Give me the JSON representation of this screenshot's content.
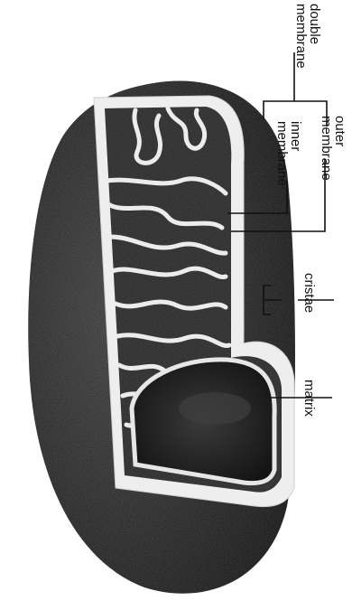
{
  "figure": {
    "labels": {
      "double_membrane_line1": "double",
      "double_membrane_line2": "membrane",
      "outer_membrane_line1": "outer",
      "outer_membrane_line2": "membrane",
      "inner_membrane_line1": "inner",
      "inner_membrane_line2": "membrane",
      "cristae": "cristae",
      "matrix": "matrix"
    },
    "colors": {
      "background": "#ffffff",
      "shell_dark": "#1c1c1c",
      "membrane_light": "#eeeeee",
      "interior_dark": "#262626",
      "ink": "#111111"
    }
  }
}
